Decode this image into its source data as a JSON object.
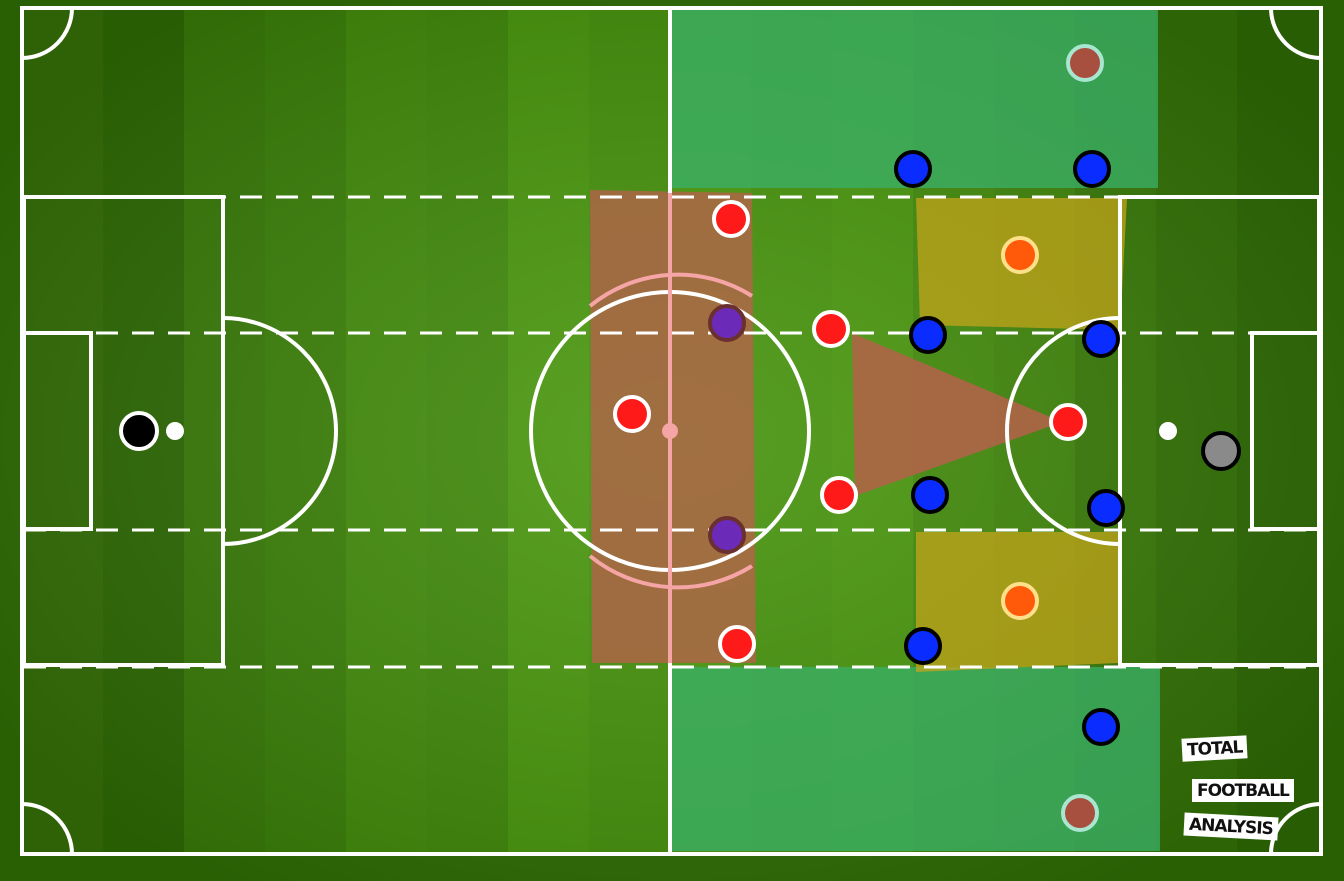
{
  "branding": {
    "logo_line_1": "TOTAL",
    "logo_line_2": "FOOTBALL",
    "logo_line_3": "ANALYSIS"
  },
  "colors": {
    "grass_dark": "#2f6d05",
    "grass_light": "#4a980c",
    "lines": "#ffffff",
    "wide_zone_fill": "#3ab06a",
    "midfield_block_fill": "#b5614a",
    "triangle_fill": "#b5614a",
    "halfspace_zone_fill": "#c8a51a",
    "red_player": "#ff1a1a",
    "purple_player": "#6b2ab8",
    "blue_player": "#0a2cff",
    "orange_player": "#ff5a0a",
    "brown_player": "#a85040",
    "black_keeper": "#000000",
    "grey_keeper": "#8a8a8a"
  },
  "diagram": {
    "players": [
      {
        "role": "goalkeeper",
        "team": "red",
        "color": "black"
      },
      {
        "role": "goalkeeper",
        "team": "blue",
        "color": "grey"
      },
      {
        "role": "outfield",
        "team": "red",
        "color": "red"
      },
      {
        "role": "outfield",
        "team": "red",
        "color": "purple"
      },
      {
        "role": "outfield",
        "team": "red",
        "color": "red"
      },
      {
        "role": "outfield",
        "team": "red",
        "color": "purple"
      },
      {
        "role": "outfield",
        "team": "red",
        "color": "red"
      },
      {
        "role": "outfield",
        "team": "red",
        "color": "red"
      },
      {
        "role": "outfield",
        "team": "red",
        "color": "red"
      },
      {
        "role": "outfield",
        "team": "red",
        "color": "red"
      },
      {
        "role": "outfield",
        "team": "blue",
        "color": "blue"
      },
      {
        "role": "outfield",
        "team": "blue",
        "color": "blue"
      },
      {
        "role": "outfield",
        "team": "blue",
        "color": "blue"
      },
      {
        "role": "outfield",
        "team": "blue",
        "color": "blue"
      },
      {
        "role": "outfield",
        "team": "blue",
        "color": "blue"
      },
      {
        "role": "outfield",
        "team": "blue",
        "color": "blue"
      },
      {
        "role": "outfield",
        "team": "blue",
        "color": "blue"
      },
      {
        "role": "outfield",
        "team": "blue",
        "color": "blue"
      },
      {
        "role": "outfield",
        "team": "blue",
        "color": "orange"
      },
      {
        "role": "outfield",
        "team": "blue",
        "color": "orange"
      },
      {
        "role": "outfield",
        "team": "blue",
        "color": "brown"
      },
      {
        "role": "outfield",
        "team": "blue",
        "color": "brown"
      }
    ]
  }
}
